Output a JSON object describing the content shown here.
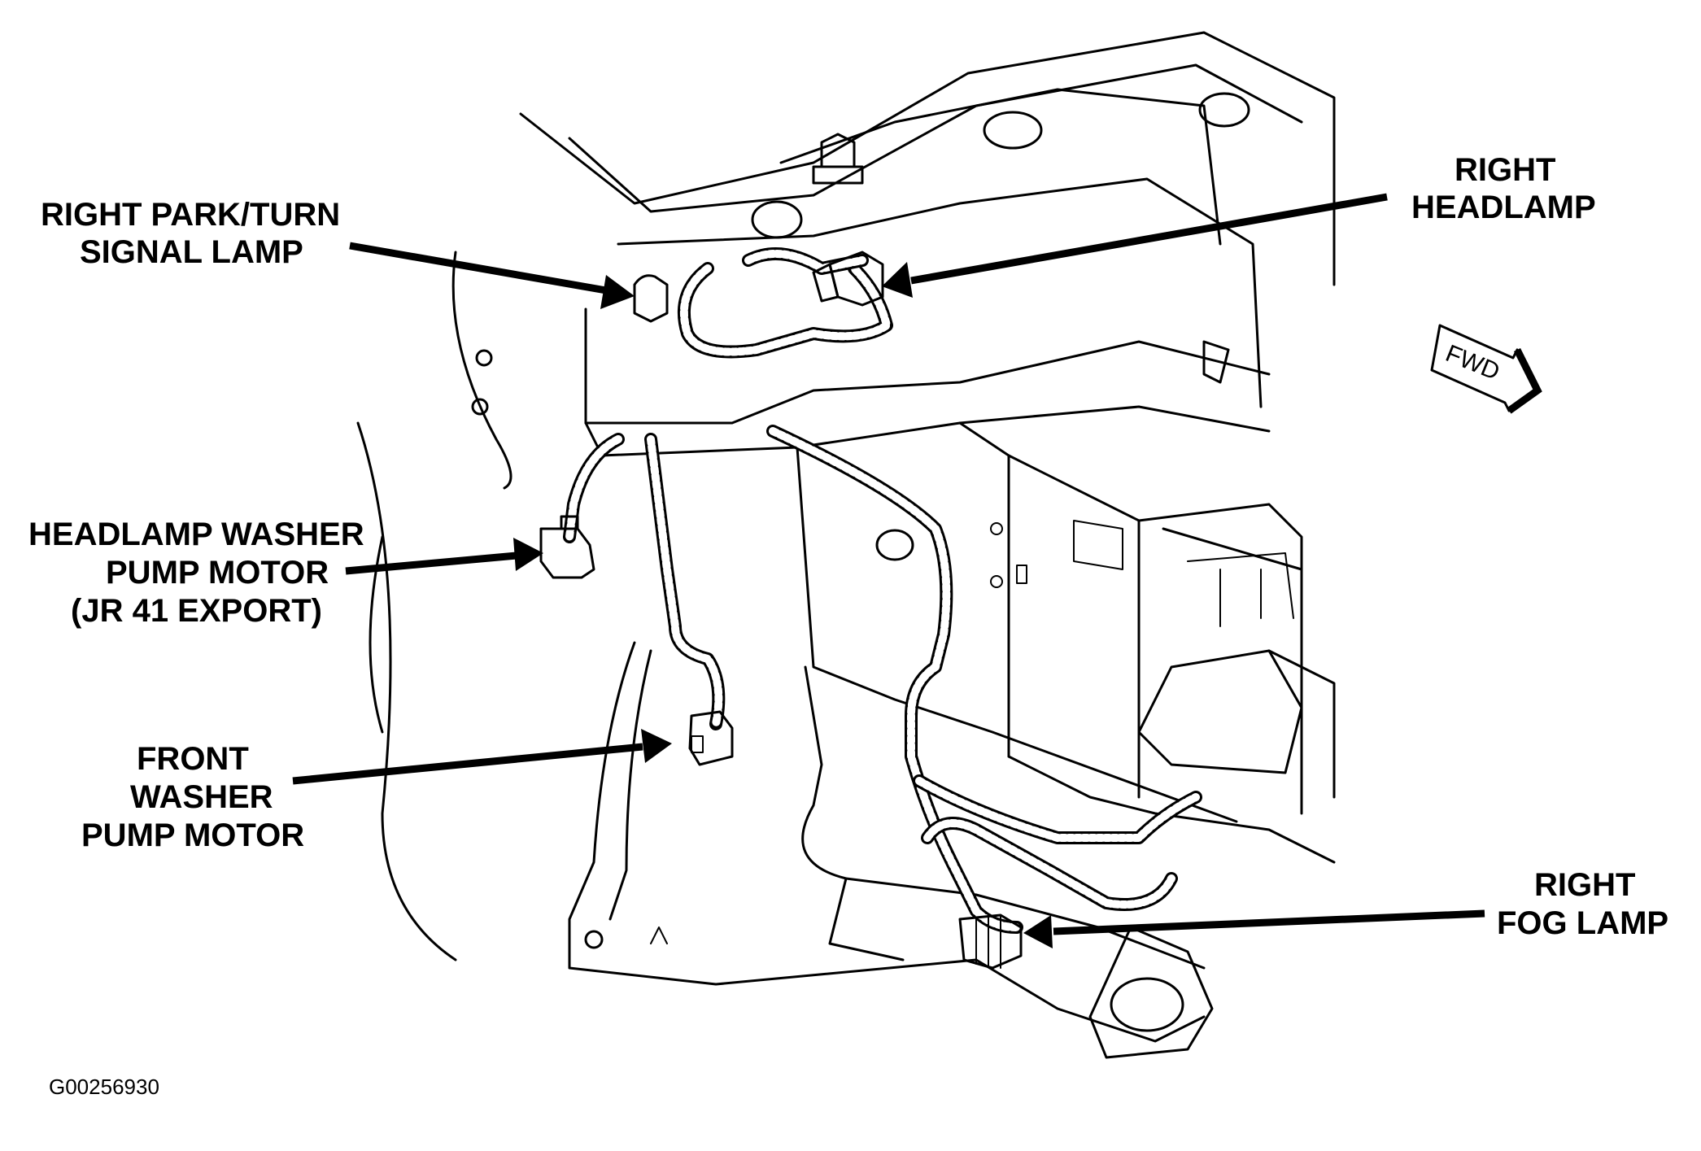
{
  "labels": {
    "right_park_turn": [
      "RIGHT PARK/TURN",
      "SIGNAL LAMP"
    ],
    "right_headlamp": [
      "RIGHT",
      "HEADLAMP"
    ],
    "headlamp_washer": [
      "HEADLAMP WASHER",
      "PUMP MOTOR",
      "(JR 41 EXPORT)"
    ],
    "front_washer": [
      "FRONT",
      "WASHER",
      "PUMP MOTOR"
    ],
    "right_fog": [
      "RIGHT",
      "FOG LAMP"
    ]
  },
  "fwd_text": "FWD",
  "figure_code": "G00256930"
}
